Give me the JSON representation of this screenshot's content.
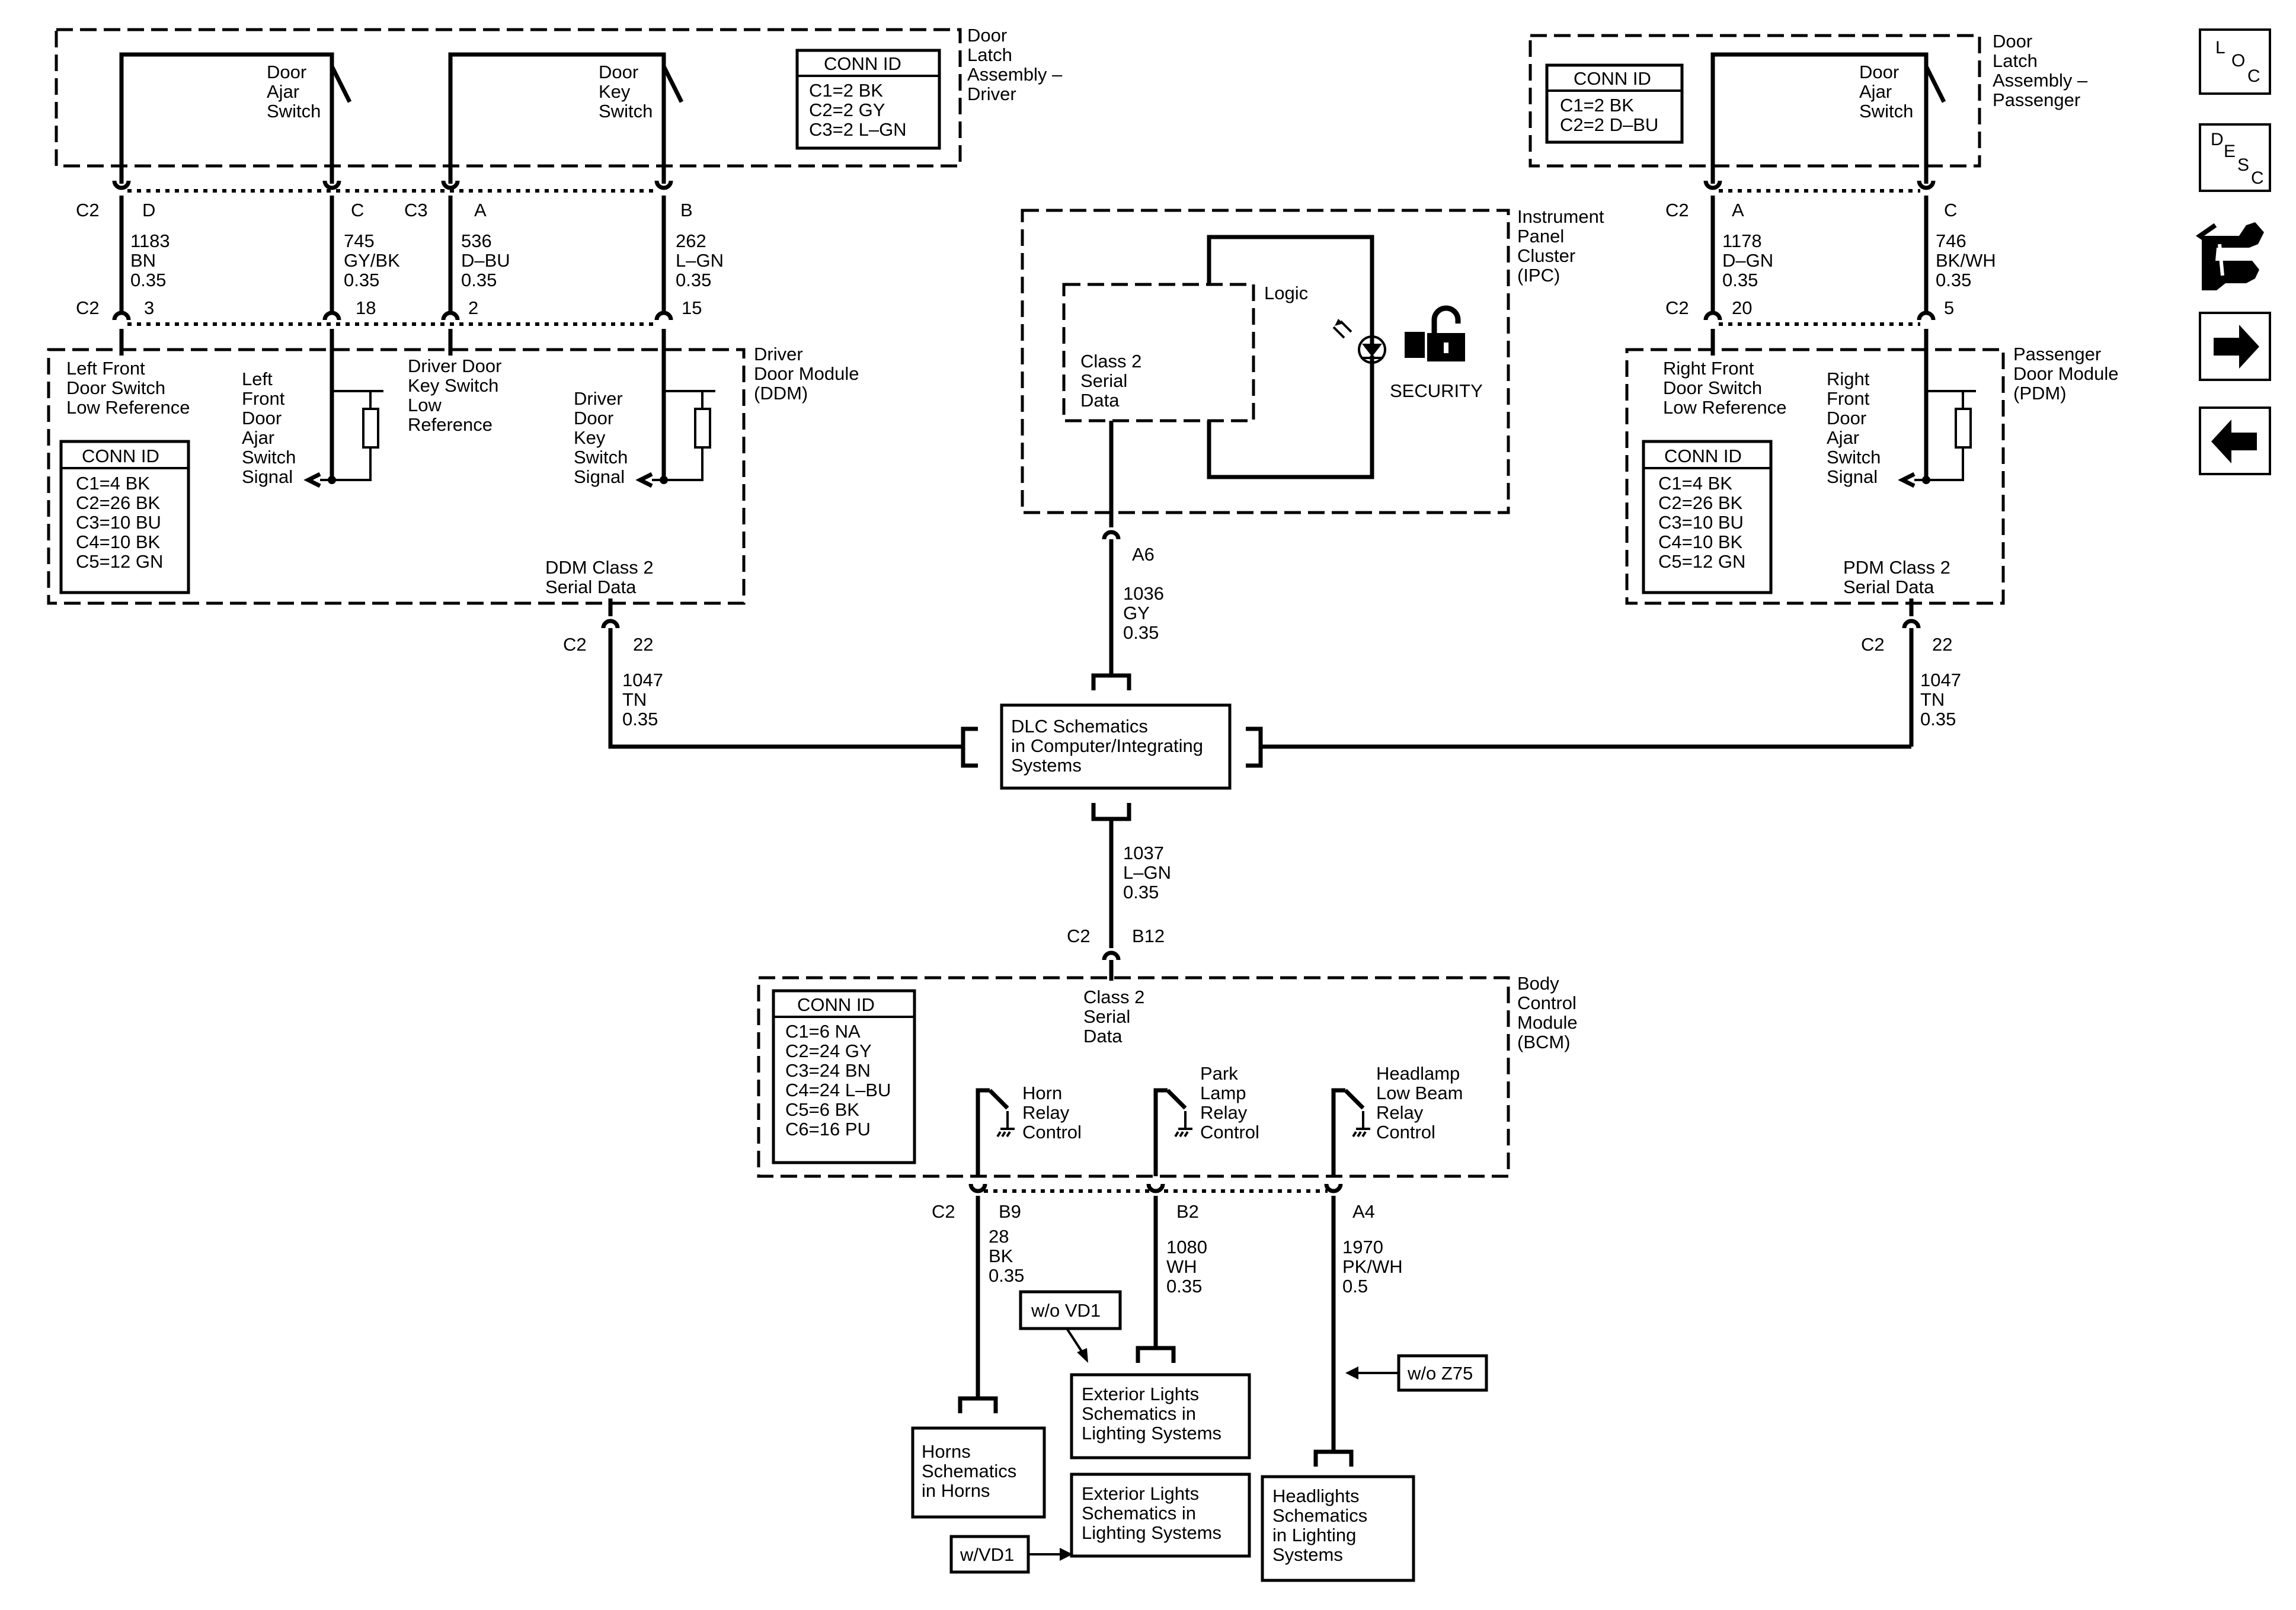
{
  "modules": {
    "latch_driver": {
      "title": [
        "Door",
        "Latch",
        "Assembly –",
        "Driver"
      ],
      "conn_title": "CONN ID",
      "conn": [
        "C1=2 BK",
        "C2=2 GY",
        "C3=2 L–GN"
      ]
    },
    "latch_pass": {
      "title": [
        "Door",
        "Latch",
        "Assembly –",
        "Passenger"
      ],
      "conn_title": "CONN ID",
      "conn": [
        "C1=2 BK",
        "C2=2 D–BU"
      ]
    },
    "ipc": {
      "title": [
        "Instrument",
        "Panel",
        "Cluster",
        "(IPC)"
      ],
      "logic": "Logic",
      "class2": [
        "Class 2",
        "Serial",
        "Data"
      ],
      "security": "SECURITY"
    },
    "ddm": {
      "title": [
        "Driver",
        "Door Module",
        "(DDM)"
      ],
      "conn_title": "CONN ID",
      "conn": [
        "C1=4 BK",
        "C2=26 BK",
        "C3=10 BU",
        "C4=10 BK",
        "C5=12 GN"
      ],
      "serial": [
        "DDM Class 2",
        "Serial Data"
      ]
    },
    "pdm": {
      "title": [
        "Passenger",
        "Door Module",
        "(PDM)"
      ],
      "conn_title": "CONN ID",
      "conn": [
        "C1=4 BK",
        "C2=26 BK",
        "C3=10 BU",
        "C4=10 BK",
        "C5=12 GN"
      ],
      "serial": [
        "PDM Class 2",
        "Serial Data"
      ]
    },
    "bcm": {
      "title": [
        "Body",
        "Control",
        "Module",
        "(BCM)"
      ],
      "conn_title": "CONN ID",
      "conn": [
        "C1=6 NA",
        "C2=24 GY",
        "C3=24 BN",
        "C4=24 L–BU",
        "C5=6 BK",
        "C6=16 PU"
      ],
      "class2": [
        "Class 2",
        "Serial",
        "Data"
      ]
    }
  },
  "switches": {
    "driver_ajar": [
      "Door",
      "Ajar",
      "Switch"
    ],
    "driver_key": [
      "Door",
      "Key",
      "Switch"
    ],
    "pass_ajar": [
      "Door",
      "Ajar",
      "Switch"
    ]
  },
  "signals": {
    "lf_low_ref": [
      "Left Front",
      "Door Switch",
      "Low Reference"
    ],
    "lf_ajar": [
      "Left",
      "Front",
      "Door",
      "Ajar",
      "Switch",
      "Signal"
    ],
    "dd_key_low": [
      "Driver Door",
      "Key Switch",
      "Low",
      "Reference"
    ],
    "dd_key_sig": [
      "Driver",
      "Door",
      "Key",
      "Switch",
      "Signal"
    ],
    "rf_low_ref": [
      "Right Front",
      "Door Switch",
      "Low Reference"
    ],
    "rf_ajar": [
      "Right",
      "Front",
      "Door",
      "Ajar",
      "Switch",
      "Signal"
    ],
    "horn": [
      "Horn",
      "Relay",
      "Control"
    ],
    "park": [
      "Park",
      "Lamp",
      "Relay",
      "Control"
    ],
    "headlamp": [
      "Headlamp",
      "Low Beam",
      "Relay",
      "Control"
    ]
  },
  "pins": {
    "c2": "C2",
    "c3": "C3",
    "d": "D",
    "c": "C",
    "a": "A",
    "b": "B",
    "p3": "3",
    "p18": "18",
    "p2": "2",
    "p15": "15",
    "p20": "20",
    "p5": "5",
    "a6": "A6",
    "p22": "22",
    "b12": "B12",
    "b9": "B9",
    "b2": "B2",
    "a4": "A4"
  },
  "wires": {
    "w1183": [
      "1183",
      "BN",
      "0.35"
    ],
    "w745": [
      "745",
      "GY/BK",
      "0.35"
    ],
    "w536": [
      "536",
      "D–BU",
      "0.35"
    ],
    "w262": [
      "262",
      "L–GN",
      "0.35"
    ],
    "w1178": [
      "1178",
      "D–GN",
      "0.35"
    ],
    "w746": [
      "746",
      "BK/WH",
      "0.35"
    ],
    "w1036": [
      "1036",
      "GY",
      "0.35"
    ],
    "w1047l": [
      "1047",
      "TN",
      "0.35"
    ],
    "w1047r": [
      "1047",
      "TN",
      "0.35"
    ],
    "w1037": [
      "1037",
      "L–GN",
      "0.35"
    ],
    "w28": [
      "28",
      "BK",
      "0.35"
    ],
    "w1080": [
      "1080",
      "WH",
      "0.35"
    ],
    "w1970": [
      "1970",
      "PK/WH",
      "0.5"
    ]
  },
  "refs": {
    "dlc": [
      "DLC Schematics",
      "in Computer/Integrating",
      "Systems"
    ],
    "horns": [
      "Horns",
      "Schematics",
      "in Horns"
    ],
    "ext1": [
      "Exterior Lights",
      "Schematics in",
      "Lighting Systems"
    ],
    "ext2": [
      "Exterior Lights",
      "Schematics in",
      "Lighting Systems"
    ],
    "headlights": [
      "Headlights",
      "Schematics",
      "in Lighting",
      "Systems"
    ]
  },
  "options": {
    "wo_vd1": "w/o VD1",
    "w_vd1": "w/VD1",
    "wo_z75": "w/o Z75"
  },
  "nav": {
    "loc": [
      "L",
      "O",
      "C"
    ],
    "desc": [
      "D",
      "E",
      "S",
      "C"
    ]
  }
}
